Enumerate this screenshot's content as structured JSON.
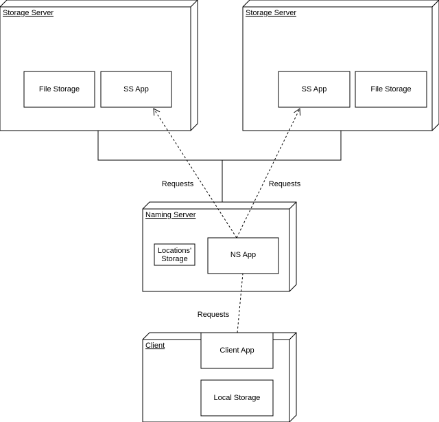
{
  "colors": {
    "stroke": "#000000",
    "fill": "#ffffff",
    "text": "#000000"
  },
  "nodes": {
    "storage_server_left": {
      "title": "Storage Server",
      "components": [
        "File Storage",
        "SS App"
      ]
    },
    "storage_server_right": {
      "title": "Storage Server",
      "components": [
        "SS App",
        "File Storage"
      ]
    },
    "naming_server": {
      "title": "Naming Server",
      "components": [
        "Locations' Storage",
        "NS App"
      ],
      "locations_lines": [
        "Locations'",
        "Storage"
      ]
    },
    "client": {
      "title": "Client",
      "components": [
        "Client App",
        "Local Storage"
      ]
    }
  },
  "edges": {
    "request_left_label": "Requests",
    "request_right_label": "Requests",
    "request_client_label": "Requests"
  }
}
